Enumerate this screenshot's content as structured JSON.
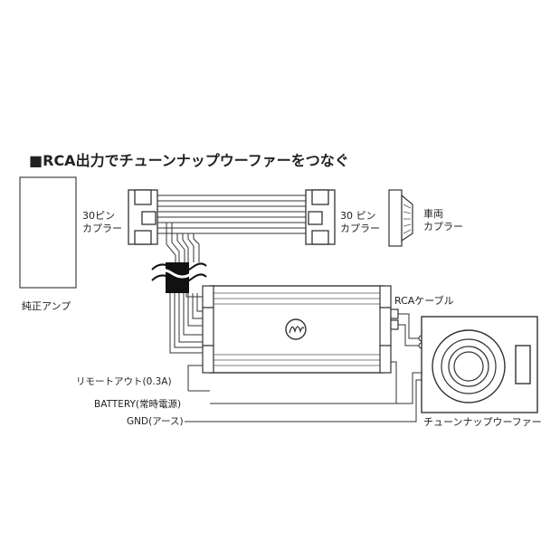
{
  "title": "■RCA出力でチューンナップウーファーをつなぐ",
  "labels": {
    "pin_left": [
      "30ピン",
      "カプラー"
    ],
    "pin_right": [
      "30 ピン",
      "カプラー"
    ],
    "vehicle_coupler": [
      "車両",
      "カプラー"
    ],
    "stock_amp": "純正アンプ",
    "rca_cable": "RCAケーブル",
    "remote_out": "リモートアウト(0.3A)",
    "battery": "BATTERY(常時電源)",
    "gnd": "GND(アース)",
    "subwoofer": "チューンナップウーファー"
  }
}
